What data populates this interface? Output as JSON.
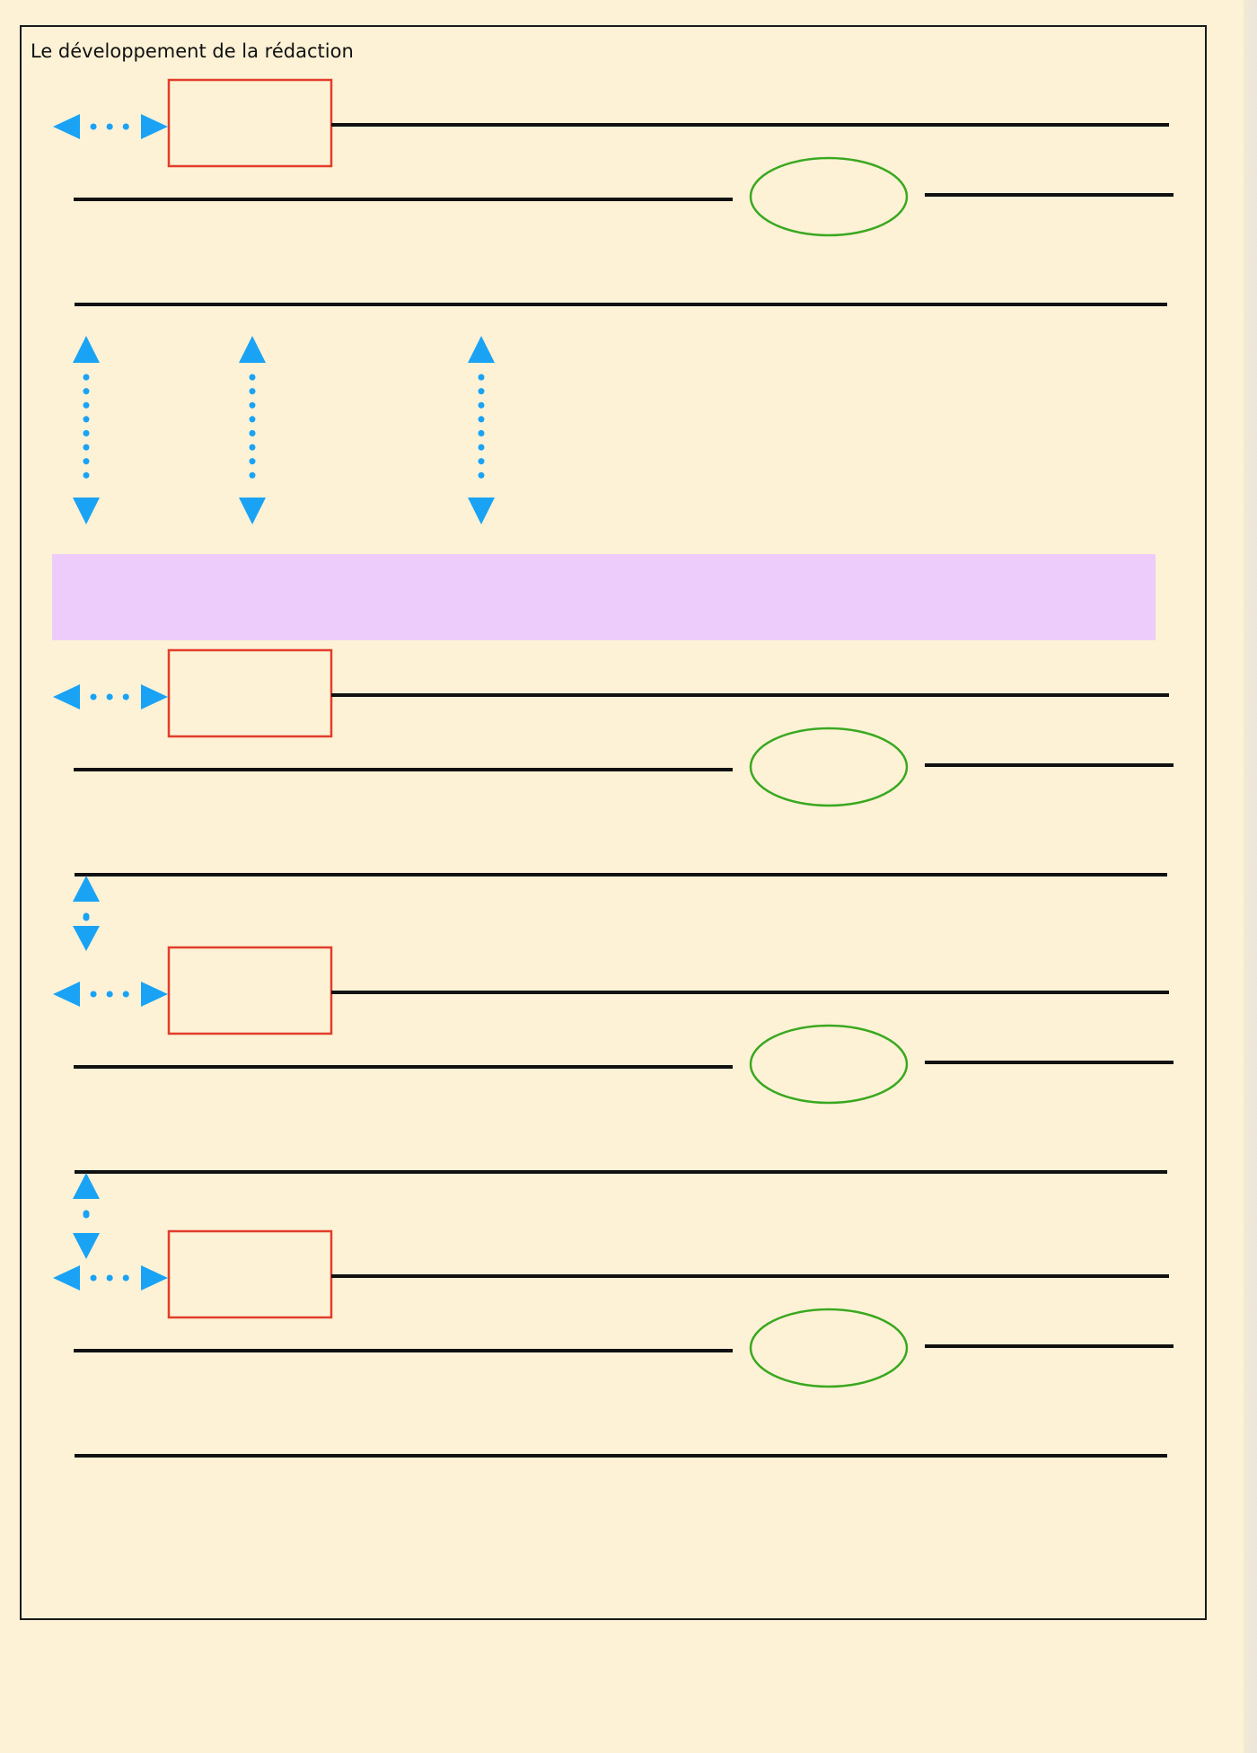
{
  "page": {
    "title": "Le développement de la rédaction"
  },
  "colors": {
    "background": "#fdf2d6",
    "frame": "#1a1a1a",
    "writing_line": "#111111",
    "box_outline": "#e23d2a",
    "ellipse_outline": "#3aa820",
    "arrow": "#1aa3f5",
    "band_fill": "#edccfb"
  },
  "structure": {
    "paragraph_blocks": 4,
    "writing_lines_per_block": 3,
    "icons": [
      "double-arrow-horizontal-icon",
      "double-arrow-vertical-icon"
    ]
  }
}
